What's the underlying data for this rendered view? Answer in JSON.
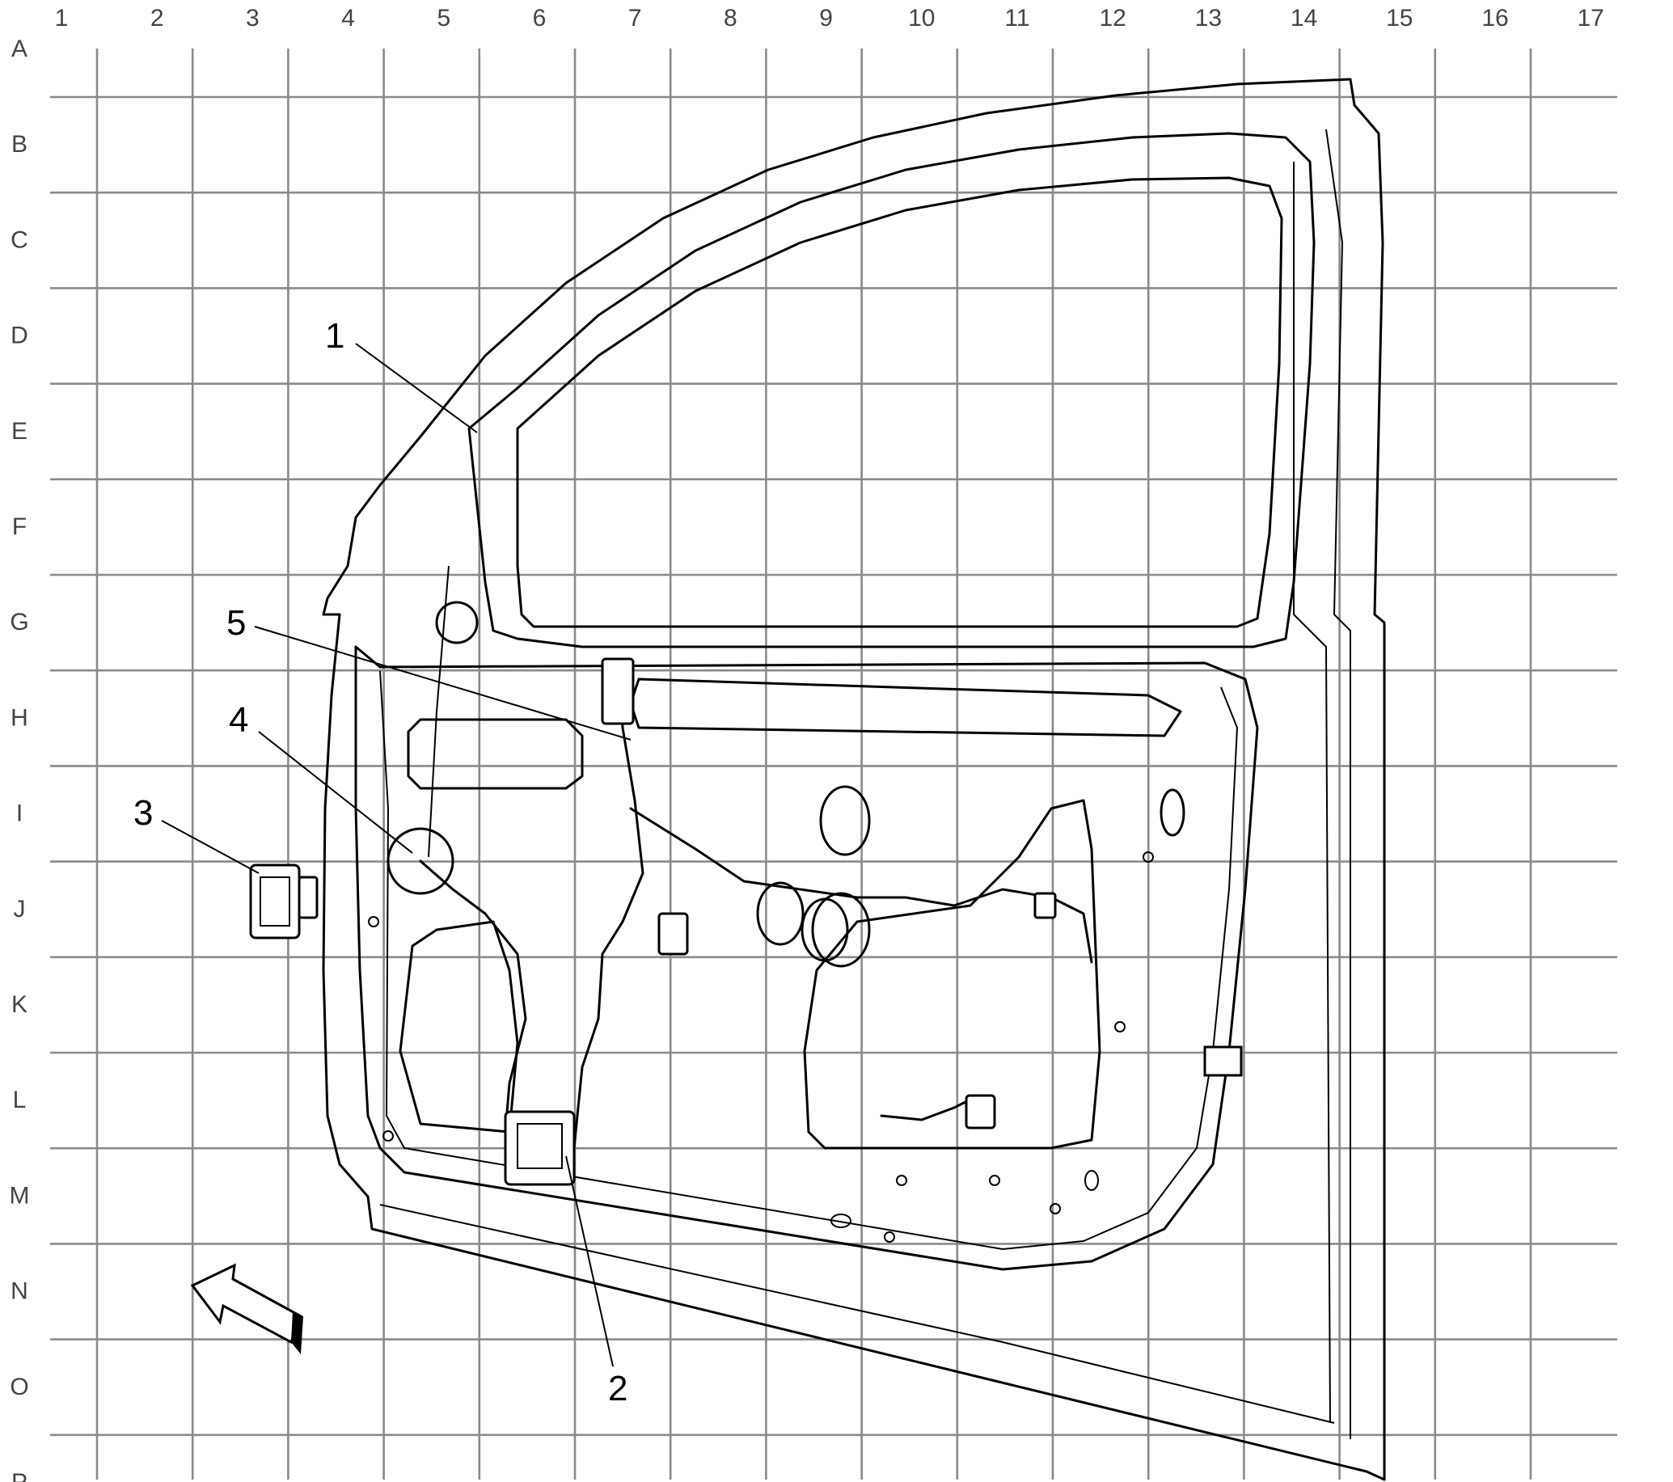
{
  "grid": {
    "columns": [
      "1",
      "2",
      "3",
      "4",
      "5",
      "6",
      "7",
      "8",
      "9",
      "10",
      "11",
      "12",
      "13",
      "14",
      "15",
      "16",
      "17"
    ],
    "rows": [
      "A",
      "B",
      "C",
      "D",
      "E",
      "F",
      "G",
      "H",
      "I",
      "J",
      "K",
      "L",
      "M",
      "N",
      "O",
      "P"
    ]
  },
  "callouts": [
    {
      "id": "1",
      "label": "1"
    },
    {
      "id": "2",
      "label": "2"
    },
    {
      "id": "3",
      "label": "3"
    },
    {
      "id": "4",
      "label": "4"
    },
    {
      "id": "5",
      "label": "5"
    }
  ],
  "icons": {
    "direction_arrow": "front-direction-arrow-icon"
  }
}
